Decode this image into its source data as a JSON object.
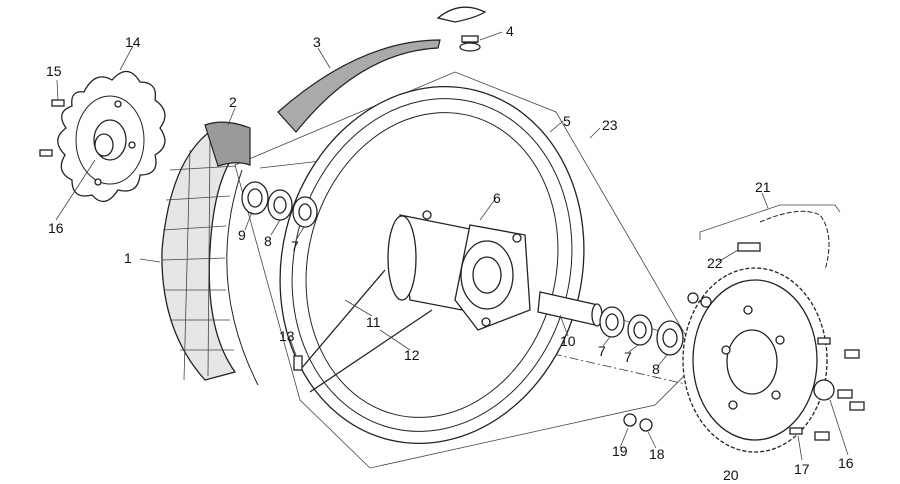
{
  "callouts": {
    "c1": "1",
    "c2": "2",
    "c3": "3",
    "c4": "4",
    "c5": "5",
    "c6": "6",
    "c7a": "7",
    "c7b": "7",
    "c7c": "7",
    "c8a": "8",
    "c8b": "8",
    "c9": "9",
    "c10": "10",
    "c11": "11",
    "c12": "12",
    "c13": "13",
    "c14": "14",
    "c15": "15",
    "c16a": "16",
    "c16b": "16",
    "c17": "17",
    "c18": "18",
    "c19": "19",
    "c20": "20",
    "c21": "21",
    "c22": "22",
    "c23": "23"
  },
  "colors": {
    "ink": "#222222",
    "strip": "#aaaaaa",
    "tread": "#d9d9d9",
    "background": "#ffffff"
  }
}
